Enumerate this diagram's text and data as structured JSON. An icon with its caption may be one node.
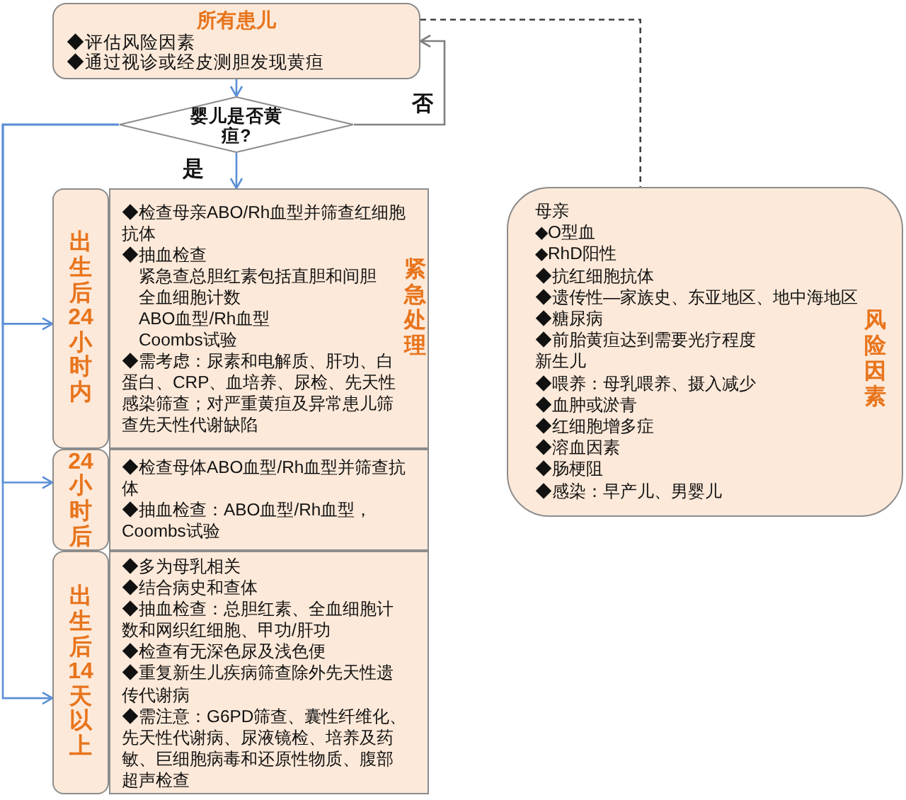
{
  "diagram": {
    "nodes": [
      {
        "text": [
          "所有患儿",
          "◆评估风险因素",
          "◆通过视诊或经皮测胆发现黄疸"
        ]
      },
      {
        "text": [
          "婴儿是否黄疸?"
        ]
      },
      {
        "text": [
          "出生后24小时内"
        ]
      },
      {
        "text": [
          "◆检查母亲ABO/Rh血型并筛查红细胞抗体",
          "◆抽血检查",
          "紧急查总胆红素包括直胆和间胆",
          "全血细胞计数",
          "ABO血型/Rh血型",
          "Coombs试验",
          "◆需考虑：尿素和电解质、肝功、白蛋白、CRP、血培养、尿检、先天性感染筛查；对严重黄疸及异常患儿筛查先天性代谢缺陷",
          "紧急处理"
        ]
      },
      {
        "text": [
          "24小时后"
        ]
      },
      {
        "text": [
          "◆检查母体ABO血型/Rh血型并筛查抗体",
          "◆抽血检查：ABO血型/Rh血型，Coombs试验"
        ]
      },
      {
        "text": [
          "出生后14天以上"
        ]
      },
      {
        "text": [
          "◆多为母乳相关",
          "◆结合病史和查体",
          "◆抽血检查：总胆红素、全血细胞计数和网织红细胞、甲功/肝功",
          "◆检查有无深色尿及浅色便",
          "◆重复新生儿疾病筛查除外先天性遗传代谢病",
          "◆需注意：G6PD筛查、囊性纤维化、先天性代谢病、尿液镜检、培养及药敏、巨细胞病毒和还原性物质、腹部超声检查"
        ]
      },
      {
        "text": [
          "母亲",
          "◆O型血",
          "◆RhD阳性",
          "◆抗红细胞抗体",
          "◆遗传性—家族史、东亚地区、地中海地区",
          "◆糖尿病",
          "◆前胎黄疸达到需要光疗程度",
          "新生儿",
          "◆喂养：母乳喂养、摄入减少",
          "◆血肿或淤青",
          "◆红细胞增多症",
          "◆溶血因素",
          "◆肠梗阻",
          "◆感染：早产儿、男婴儿",
          "风险因素"
        ]
      }
    ],
    "edges": [
      {
        "from": 0,
        "to": 1,
        "arrow": "to"
      },
      {
        "from": 1,
        "to": 0,
        "arrow": "to",
        "label": "否",
        "color": "#7f7f7f"
      },
      {
        "from": 1,
        "to": 3,
        "arrow": "to",
        "label": "是"
      },
      {
        "from": 1,
        "to": 2,
        "arrow": "to"
      },
      {
        "from": 1,
        "to": 4,
        "arrow": "to"
      },
      {
        "from": 1,
        "to": 6,
        "arrow": "to"
      },
      {
        "from": 0,
        "to": 8,
        "arrow": "none",
        "style": "dashed",
        "color": "#404040"
      }
    ]
  }
}
